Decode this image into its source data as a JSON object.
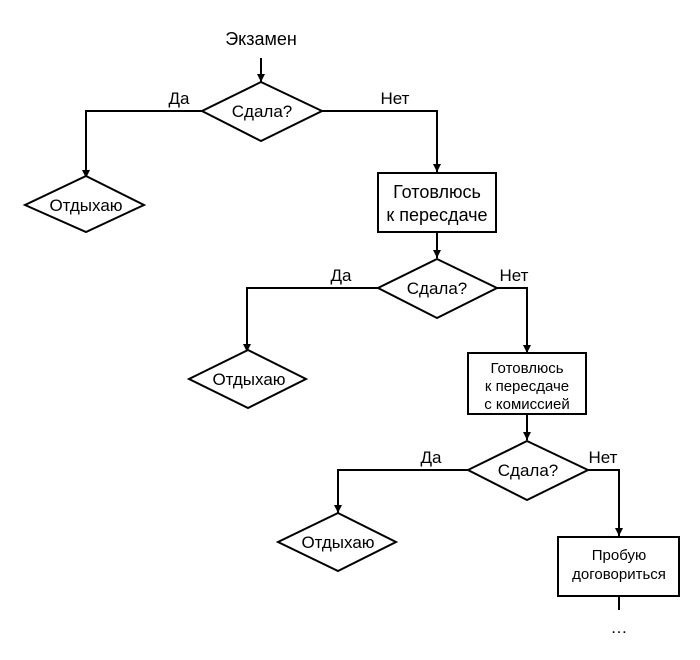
{
  "diagram": {
    "start": "Экзамен",
    "question": "Сдала?",
    "yes": "Да",
    "no": "Нет",
    "rest": "Отдыхаю",
    "prepare1": [
      "Готовлюсь",
      "к пересдаче"
    ],
    "prepare2": [
      "Готовлюсь",
      "к пересдаче",
      "с комиссией"
    ],
    "negotiate": [
      "Пробую",
      "договориться"
    ],
    "ellipsis": "…"
  },
  "colors": {
    "line": "#000000",
    "background": "#ffffff"
  }
}
